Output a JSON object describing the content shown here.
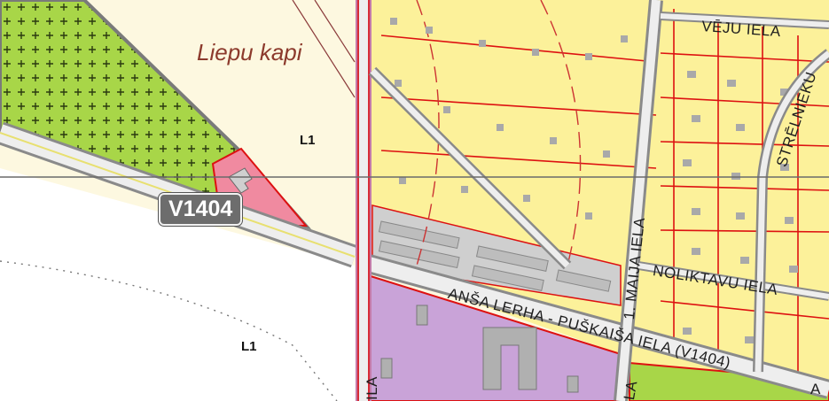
{
  "map": {
    "place_label": "Liepu kapi",
    "zone_labels": [
      "L1",
      "L1"
    ],
    "route_shield": "V1404",
    "streets": {
      "veju": "VĒJU IELA",
      "strelnieku": "STRĒLNIEKU",
      "maija": "1. MAIJA IELA",
      "noliktavu": "NOLIKTAVU IELA",
      "ansa_lerha": "ANŠA LERHA - PUŠKAIŠA IELA (V1404)",
      "left_edge": "ILA",
      "bottom_edge": "LA",
      "bottom_right": "A"
    },
    "colors": {
      "residential": "#fcf19a",
      "forest": "#a8d648",
      "cemetery_bg": "#fdf8e0",
      "public": "#c9a3d8",
      "industrial": "#c7c7c7",
      "pink_zone": "#f08aa0",
      "boundary": "#e0192a",
      "road_border": "#8a8a8a"
    }
  }
}
